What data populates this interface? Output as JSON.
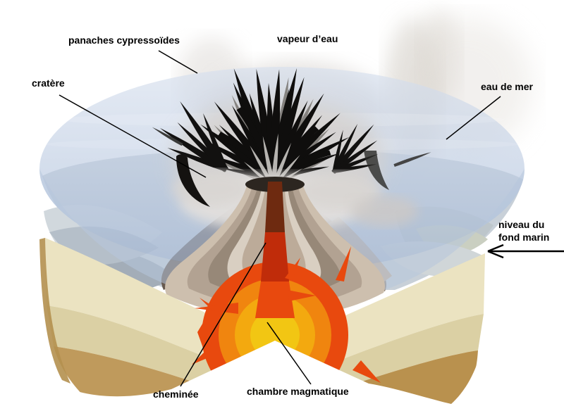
{
  "diagram": {
    "labels": {
      "panaches": "panaches cypressoïdes",
      "vapeur": "vapeur d’eau",
      "cratere": "cratère",
      "eau_de_mer": "eau de mer",
      "niveau_fond_marin": "niveau du fond marin",
      "cheminee": "cheminée",
      "chambre_magmatique": "chambre magmatique"
    },
    "palette": {
      "sea_top": "#d7e0ee",
      "sea_bottom": "#a9bdd8",
      "water_band": "#b7c7dc",
      "seafloor": "#c3ccd4",
      "seafloor_shadow": "#9aa5b1",
      "strata_cream": "#ebe3c1",
      "strata_beige": "#dbd0a4",
      "strata_tan": "#bf9a5c",
      "cone_light": "#cdbfae",
      "cone_mid": "#b2a292",
      "cone_dark": "#978878",
      "conduit_dark": "#6e2a10",
      "lava_red": "#c02c0a",
      "magma_outer": "#e8490e",
      "magma_mid": "#f0850f",
      "magma_amber": "#f3a90f",
      "magma_core": "#f2c613",
      "ash_black": "#0f0e0d",
      "steam_grey": "#d6d2cf",
      "label_text": "#000000"
    }
  }
}
